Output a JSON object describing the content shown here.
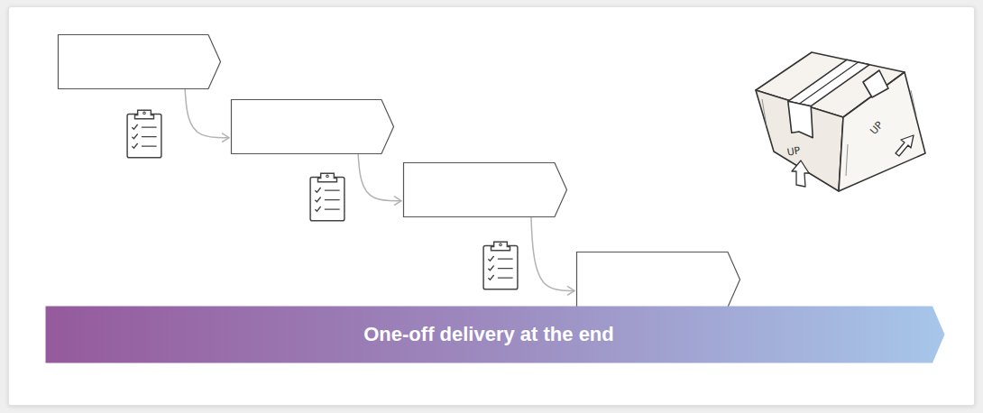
{
  "diagram": {
    "nodes": [
      {
        "text": []
      },
      {
        "text": []
      },
      {
        "text": []
      },
      {
        "text": []
      },
      {
        "text": [
          "One-off delivery at the end"
        ]
      }
    ],
    "edges": [
      {
        "from": 0,
        "to": 1,
        "arrow": "to"
      },
      {
        "from": 1,
        "to": 2,
        "arrow": "to"
      },
      {
        "from": 2,
        "to": 3,
        "arrow": "to"
      }
    ],
    "labels": [
      "UP",
      "UP"
    ]
  }
}
